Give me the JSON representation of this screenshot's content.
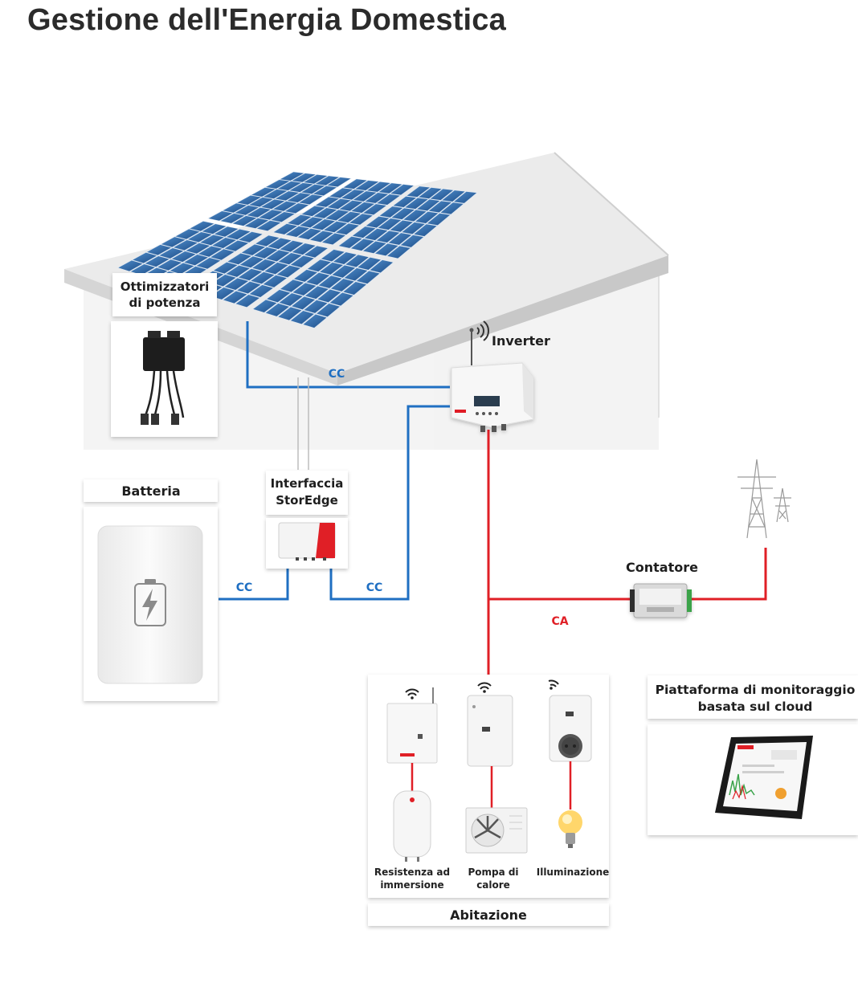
{
  "title": "Gestione dell'Energia Domestica",
  "colors": {
    "dc_line": "#1f6fc2",
    "ac_line": "#e01f26",
    "panel_blue": "#2a5f9e",
    "house_wall": "#f2f2f2",
    "roof": "#ececec",
    "brand_red": "#e01f26"
  },
  "components": {
    "optimizers": {
      "line1": "Ottimizzatori",
      "line2": "di potenza",
      "icon": "power-optimizer-icon"
    },
    "inverter": {
      "label": "Inverter",
      "icon": "inverter-icon"
    },
    "battery": {
      "label": "Batteria",
      "icon": "battery-icon"
    },
    "storedge": {
      "line1": "Interfaccia",
      "line2": "StorEdge",
      "icon": "storedge-interface-icon"
    },
    "meter": {
      "label": "Contatore",
      "icon": "energy-meter-icon"
    },
    "grid": {
      "icon": "power-pylon-icon"
    },
    "cloud": {
      "line1": "Piattaforma di monitoraggio",
      "line2": "basata sul cloud",
      "icon": "tablet-dashboard-icon"
    },
    "home": {
      "label": "Abitazione",
      "devices": [
        {
          "line1": "Resistenza ad",
          "line2": "immersione",
          "controller_icon": "wifi-relay-icon",
          "device_icon": "water-heater-icon"
        },
        {
          "line1": "Pompa di",
          "line2": "calore",
          "controller_icon": "wifi-ac-switch-icon",
          "device_icon": "heat-pump-icon"
        },
        {
          "line1": "Illuminazione",
          "line2": "",
          "controller_icon": "wifi-smart-plug-icon",
          "device_icon": "light-bulb-icon"
        }
      ]
    }
  },
  "connections": {
    "dc_label": "CC",
    "ac_label": "CA"
  }
}
